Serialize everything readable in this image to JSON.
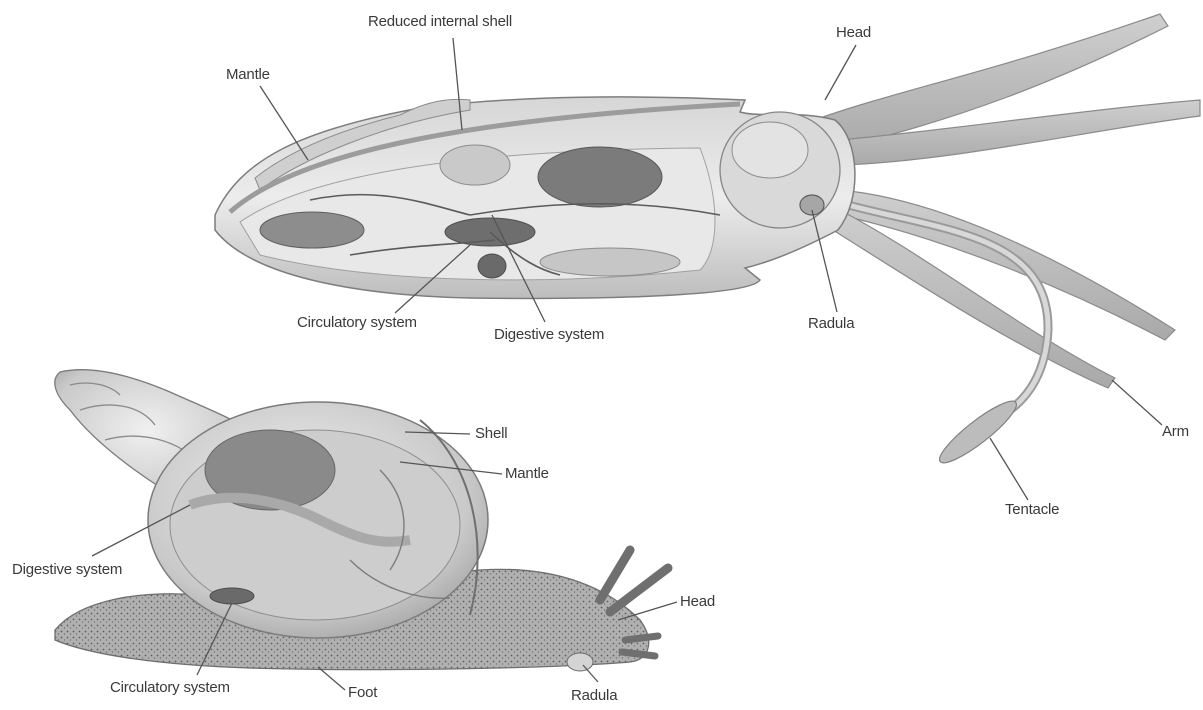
{
  "squid": {
    "labels": {
      "reduced_internal_shell": "Reduced internal shell",
      "head": "Head",
      "mantle": "Mantle",
      "circulatory_system": "Circulatory system",
      "digestive_system": "Digestive system",
      "radula": "Radula",
      "arm": "Arm",
      "tentacle": "Tentacle"
    }
  },
  "snail": {
    "labels": {
      "shell": "Shell",
      "mantle": "Mantle",
      "digestive_system": "Digestive system",
      "head": "Head",
      "circulatory_system": "Circulatory system",
      "foot": "Foot",
      "radula": "Radula"
    }
  }
}
